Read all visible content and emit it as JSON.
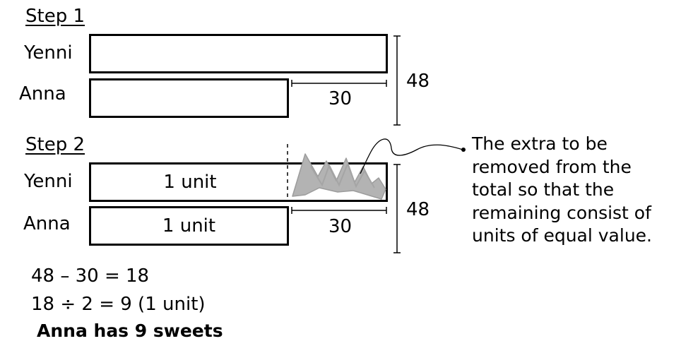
{
  "step1": {
    "title": "Step 1",
    "yenni_label": "Yenni",
    "anna_label": "Anna",
    "difference": "30",
    "total": "48"
  },
  "step2": {
    "title": "Step 2",
    "yenni_label": "Yenni",
    "anna_label": "Anna",
    "yenni_unit": "1 unit",
    "anna_unit": "1 unit",
    "difference": "30",
    "total": "48"
  },
  "note": {
    "lines": [
      "The extra to be",
      "removed from the",
      "total so that the",
      "remaining consist of",
      "units of equal value."
    ]
  },
  "working": {
    "line1": "48 – 30 = 18",
    "line2": "18 ÷ 2 = 9 (1 unit)",
    "answer": "Anna has 9 sweets"
  },
  "colors": {
    "stroke": "#000000",
    "cross_out": "#b3b3b3"
  }
}
